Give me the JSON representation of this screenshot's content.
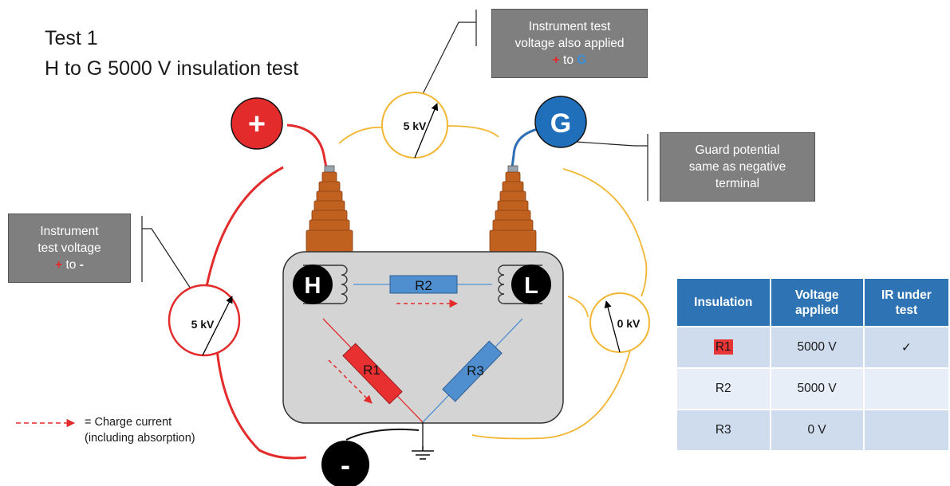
{
  "title": {
    "line1": "Test 1",
    "line2": "H to G 5000 V insulation test"
  },
  "callouts": {
    "top": {
      "line1": "Instrument test",
      "line2": "voltage also applied",
      "plus": "+",
      "to": " to ",
      "g": "G"
    },
    "right": {
      "line1": "Guard potential",
      "line2": "same as negative",
      "line3": "terminal"
    },
    "left": {
      "line1": "Instrument",
      "line2": "test voltage",
      "plus": "+",
      "to": " to ",
      "minus": "-"
    }
  },
  "terminals": {
    "plus": "+",
    "guard": "G",
    "minus": "-",
    "h": "H",
    "l": "L"
  },
  "meters": {
    "top": "5 kV",
    "left": "5 kV",
    "right": "0 kV"
  },
  "resistors": {
    "r1": "R1",
    "r2": "R2",
    "r3": "R3"
  },
  "legend": {
    "line1": "= Charge current",
    "line2": "(including absorption)"
  },
  "table": {
    "headers": [
      {
        "line1": "Insulation",
        "line2": ""
      },
      {
        "line1": "Voltage",
        "line2": "applied"
      },
      {
        "line1": "IR under",
        "line2": "test"
      }
    ],
    "rows": [
      {
        "insulation": "R1",
        "voltage": "5000 V",
        "under_test": "✓",
        "highlight": true
      },
      {
        "insulation": "R2",
        "voltage": "5000 V",
        "under_test": ""
      },
      {
        "insulation": "R3",
        "voltage": "0 V",
        "under_test": ""
      }
    ]
  },
  "colors": {
    "positive": "#e32b2b",
    "guard": "#1f6fba",
    "negative": "#000000",
    "meter_yellow": "#f2b632",
    "bushing": "#c0611f",
    "tank": "#d4d4d4",
    "r1": "#e83030",
    "r2r3": "#4f8fd0"
  }
}
